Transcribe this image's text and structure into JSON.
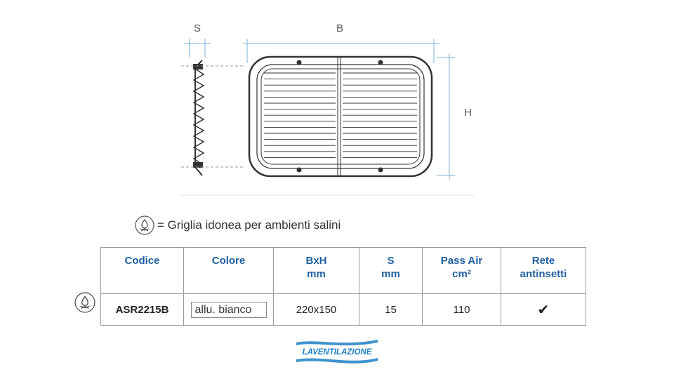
{
  "drawing": {
    "dim_s": "S",
    "dim_b": "B",
    "dim_h": "H"
  },
  "legend": {
    "text": "= Griglia idonea per ambienti salini"
  },
  "table": {
    "headers": [
      {
        "line1": "Codice",
        "line2": ""
      },
      {
        "line1": "Colore",
        "line2": ""
      },
      {
        "line1": "BxH",
        "line2": "mm"
      },
      {
        "line1": "S",
        "line2": "mm"
      },
      {
        "line1": "Pass Air",
        "line2": "cm²"
      },
      {
        "line1": "Rete",
        "line2": "antinsetti"
      }
    ],
    "rows": [
      {
        "codice": "ASR2215B",
        "colore": "allu. bianco",
        "bxh": "220x150",
        "s": "15",
        "pass_air": "110",
        "rete": "✔"
      }
    ]
  },
  "logo": {
    "text": "LAVENTILAZIONE",
    "color": "#1e7fc4"
  },
  "colors": {
    "header_blue": "#1f5f9e",
    "line": "#9a9a9a"
  }
}
